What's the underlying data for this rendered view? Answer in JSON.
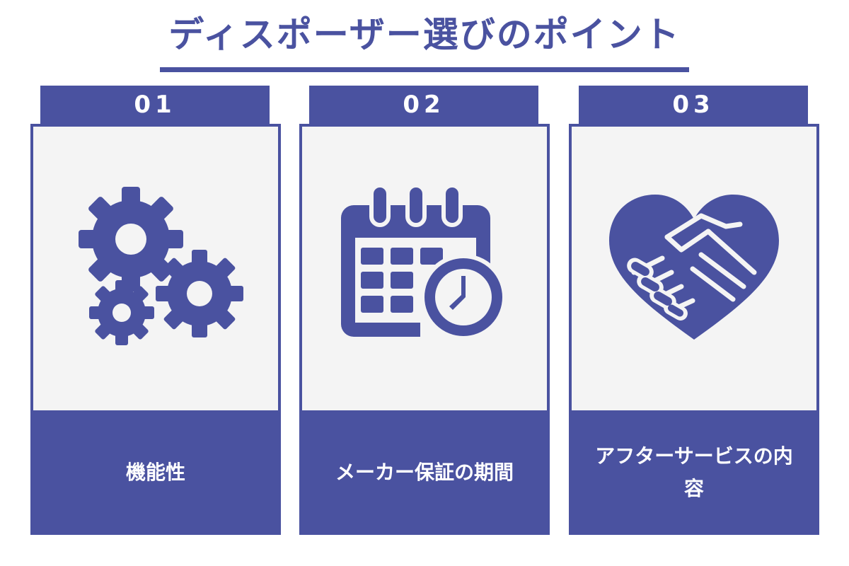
{
  "page": {
    "title": "ディスポーザー選びのポイント"
  },
  "colors": {
    "accent": "#4a52a0",
    "panel": "#f4f4f4",
    "label_text": "#ffffff"
  },
  "cards": [
    {
      "number": "01",
      "label": "機能性",
      "icon": "gears-icon"
    },
    {
      "number": "02",
      "label": "メーカー保証の期間",
      "icon": "calendar-clock-icon"
    },
    {
      "number": "03",
      "label": "アフターサービスの内容",
      "icon": "heart-handshake-icon"
    }
  ]
}
